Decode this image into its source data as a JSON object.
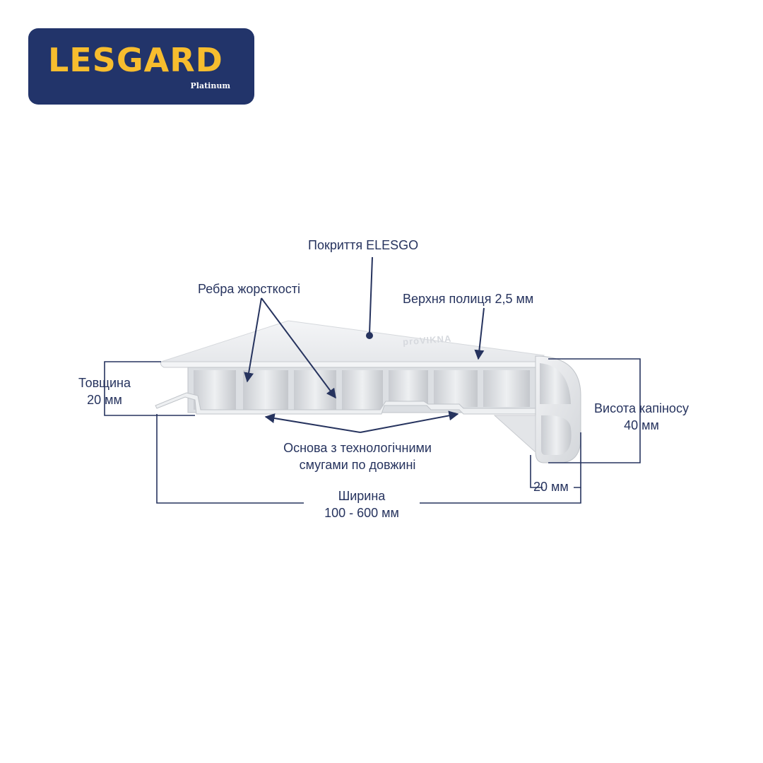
{
  "brand": {
    "name": "LESGARD",
    "tagline": "Platinum",
    "background_color": "#22346a",
    "text_color": "#f7bd2e"
  },
  "watermark": "proVIKNA",
  "labels": {
    "coating": "Покриття ELESGO",
    "ribs": "Ребра жорсткості",
    "top_shelf": "Верхня полиця 2,5 мм",
    "thickness_line1": "Товщина",
    "thickness_line2": "20 мм",
    "drip_height_line1": "Висота капіносу",
    "drip_height_line2": "40 мм",
    "base_line1": "Основа з технологічними",
    "base_line2": "смугами по довжині",
    "drip_width": "20 мм",
    "width_line1": "Ширина",
    "width_line2": "100 - 600 мм"
  },
  "annotation_color": "#26335e",
  "profile_color": "#eef0f2"
}
